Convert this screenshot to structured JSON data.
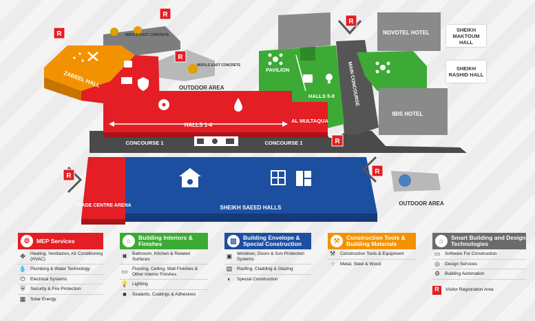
{
  "map": {
    "zones": {
      "zabeel_hall": "ZABEEL HALL",
      "outdoor_area_top": "OUTDOOR AREA",
      "pavilion": "PAVILION",
      "halls_5_8": "HALLS 5-8",
      "main_concourse": "MAIN CONCOURSE",
      "novotel_hotel": "NOVOTEL HOTEL",
      "sheikh_maktoum_hall": "SHEIKH MAKTOUM HALL",
      "sheikh_rashid_hall": "SHEIKH RASHID HALL",
      "ibis_hotel": "IBIS HOTEL",
      "halls_1_4": "HALLS 1-4",
      "al_multaqua": "AL MULTAQUA",
      "concourse_1_left": "CONCOURSE 1",
      "concourse_1_right": "CONCOURSE 1",
      "trade_centre_arena": "TRADE CENTRE ARENA",
      "sheikh_saeed_halls": "SHEIKH SAEED HALLS",
      "outdoor_area_right": "OUTDOOR AREA"
    },
    "registration_marker": "R",
    "sponsor_logo_text": "MIDDLE EAST CONCRETE",
    "colors": {
      "red": "#e31e24",
      "blue": "#1d4fa0",
      "green": "#3daa35",
      "orange": "#f39200",
      "grey": "#8a8a8a",
      "dark": "#4a4a4a"
    }
  },
  "legend": {
    "mep": {
      "title": "MEP Services",
      "color": "#e31e24",
      "items": [
        {
          "icon": "fan-icon",
          "label": "Heating, Ventilation, Air Conditioning (HVAC)"
        },
        {
          "icon": "water-drop-icon",
          "label": "Plumbing & Water Technology"
        },
        {
          "icon": "plug-icon",
          "label": "Electrical Systems"
        },
        {
          "icon": "shield-icon",
          "label": "Security & Fire Protection"
        },
        {
          "icon": "solar-panel-icon",
          "label": "Solar Energy"
        }
      ]
    },
    "interiors": {
      "title": "Building Interiors & Finishes",
      "color": "#3daa35",
      "items": [
        {
          "icon": "tools-icon",
          "label": "Bathroom, Kitchen & Related Surfaces"
        },
        {
          "icon": "paint-roller-icon",
          "label": "Flooring, Ceiling, Wall Finishes & Other Interior Finishes"
        },
        {
          "icon": "bulb-icon",
          "label": "Lighting"
        },
        {
          "icon": "sealant-icon",
          "label": "Sealants, Coatings & Adhesives"
        }
      ]
    },
    "envelope": {
      "title": "Building Envelope & Special Construction",
      "color": "#1d4fa0",
      "items": [
        {
          "icon": "window-icon",
          "label": "Windows, Doors & Sun Protection Systems"
        },
        {
          "icon": "roof-icon",
          "label": "Roofing, Cladding & Glazing"
        },
        {
          "icon": "special-construction-icon",
          "label": "Special Construction"
        }
      ]
    },
    "tools": {
      "title": "Construction Tools & Building Materials",
      "color": "#f39200",
      "items": [
        {
          "icon": "hammer-icon",
          "label": "Construction Tools & Equipment"
        },
        {
          "icon": "metal-icon",
          "label": "Metal, Steel & Wood"
        }
      ]
    },
    "smart": {
      "title": "Smart Building and Design Technologies",
      "color": "#6b6b6b",
      "items": [
        {
          "icon": "software-icon",
          "label": "Software For Construction"
        },
        {
          "icon": "design-icon",
          "label": "Design Services"
        },
        {
          "icon": "automation-icon",
          "label": "Building Automation"
        }
      ],
      "registration_label": "Visitor Registration Area"
    }
  }
}
